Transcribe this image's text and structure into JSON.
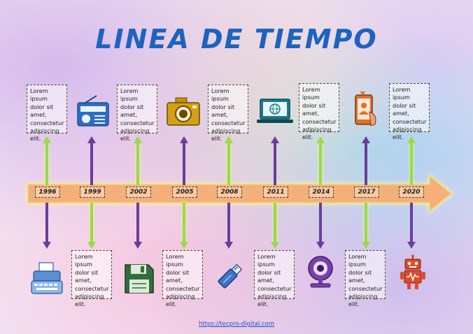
{
  "title": "LINEA DE TIEMPO",
  "colors": {
    "title": "#1d63c0",
    "green_arrow": "#9ad94a",
    "purple_arrow": "#6a3d9a",
    "timeline_fill": "#f5b07a",
    "timeline_glow": "#fff59a"
  },
  "boxes_top": [
    {
      "text": "Lorem ipsum dolor sit amet, consectetur adipiscing elit."
    },
    {
      "text": "Lorem ipsum dolor sit amet, consectetur adipiscing elit."
    },
    {
      "text": "Lorem ipsum dolor sit amet, consectetur adipiscing elit."
    },
    {
      "text": "Lorem ipsum dolor sit amet, consectetur adipiscing elit."
    },
    {
      "text": "Lorem ipsum dolor sit amet, consectetur adipiscing elit."
    }
  ],
  "boxes_bottom": [
    {
      "text": "Lorem ipsum dolor sit amet, consectetur adipiscing elit."
    },
    {
      "text": "Lorem ipsum dolor sit amet, consectetur adipiscing elit."
    },
    {
      "text": "Lorem ipsum dolor sit amet, consectetur adipiscing elit."
    },
    {
      "text": "Lorem ipsum dolor sit amet, consectetur adipiscing elit."
    }
  ],
  "years": [
    "1996",
    "1999",
    "2002",
    "2005",
    "2008",
    "2011",
    "2014",
    "2017",
    "2020"
  ],
  "icons": [
    "radio-icon",
    "camera-icon",
    "monitor-icon",
    "smartphone-icon",
    "typewriter-icon",
    "floppy-disk-icon",
    "usb-drive-icon",
    "webcam-icon",
    "robot-icon"
  ],
  "footer_link": "https://tecpro-digital.com"
}
